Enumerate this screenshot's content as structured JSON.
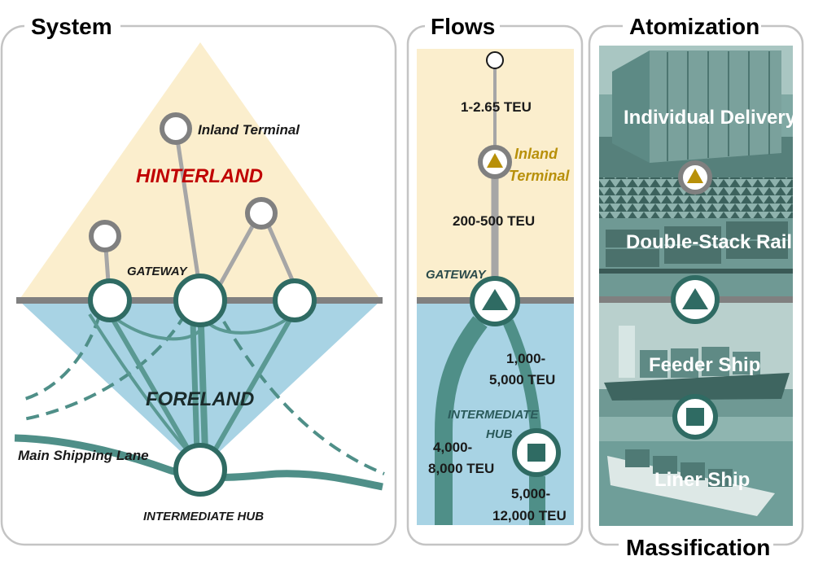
{
  "system": {
    "title": "System",
    "hinterland": "HINTERLAND",
    "foreland": "FORELAND",
    "inland_terminal": "Inland Terminal",
    "gateway": "GATEWAY",
    "main_shipping_lane": "Main Shipping Lane",
    "intermediate_hub": "INTERMEDIATE HUB"
  },
  "flows": {
    "title": "Flows",
    "flow_top": "1-2.65 TEU",
    "inland_terminal_line1": "Inland",
    "inland_terminal_line2": "Terminal",
    "flow_inland": "200-500 TEU",
    "gateway": "GATEWAY",
    "flow_gateway_hub_line1": "1,000-",
    "flow_gateway_hub_line2": "5,000 TEU",
    "intermediate_hub_line1": "INTERMEDIATE",
    "intermediate_hub_line2": "HUB",
    "flow_left_line1": "4,000-",
    "flow_left_line2": "8,000 TEU",
    "flow_hub_line1": "5,000-",
    "flow_hub_line2": "12,000 TEU"
  },
  "atomization": {
    "title": "Atomization",
    "footer": "Massification",
    "items": [
      {
        "label": "Individual Delivery",
        "icon": "gold-triangle-icon"
      },
      {
        "label": "Double-Stack Rail",
        "icon": "triangle-icon"
      },
      {
        "label": "Feeder Ship",
        "icon": "square-icon"
      },
      {
        "label": "Liner Ship",
        "icon": ""
      }
    ]
  },
  "colors": {
    "hinterland": "#fbeecd",
    "foreland": "#a8d3e4",
    "teal": "#4f8f88",
    "dark_teal": "#2f6b63",
    "gray_line": "#a6a6a6",
    "divider": "#808080",
    "hinterland_text": "#c00000",
    "gold": "#b8900a",
    "photo_tint": "#6a9c96"
  }
}
